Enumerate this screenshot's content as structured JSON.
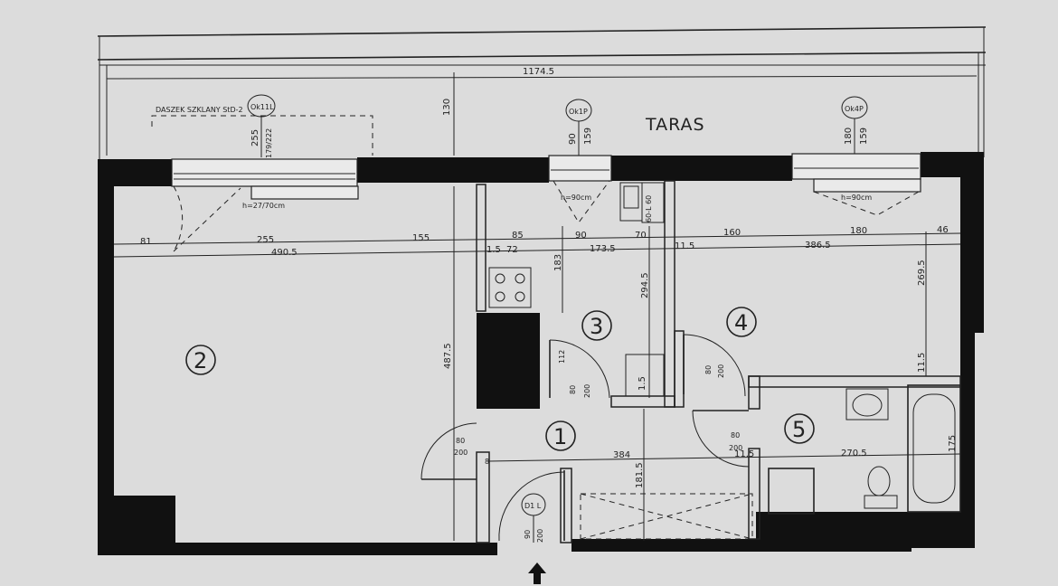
{
  "labels": {
    "terrace": "TARAS",
    "glass_roof": "DASZEK SZKLANY StD-2",
    "entry_door": "D1 L"
  },
  "windows": [
    {
      "code": "Ok11L",
      "width": "255",
      "height": "179/222",
      "sill": "h=27/70cm"
    },
    {
      "code": "Ok1P",
      "width": "90",
      "height": "159",
      "sill": "h=90cm"
    },
    {
      "code": "Ok4P",
      "width": "180",
      "height": "159",
      "sill": "h=90cm"
    }
  ],
  "rooms": [
    "1",
    "2",
    "3",
    "4",
    "5"
  ],
  "dimensions": {
    "overall_width": "1174.5",
    "terrace_depth": "130",
    "top_row": [
      "81",
      "255",
      "155",
      "85",
      "90",
      "70",
      "160",
      "180",
      "46"
    ],
    "second_row": [
      "490.5",
      "1.5",
      "72",
      "173.5",
      "11.5",
      "386.5"
    ],
    "kitchen_height": "183",
    "kitchen_depth": "294.5",
    "room2_height": "487.5",
    "room4_height": "269.5",
    "corridor_width": "384",
    "corridor_wall": "8",
    "bath_wall": "11.5",
    "bath_width": "270.5",
    "bath_tub": "175",
    "bath_wall_right": "11.5",
    "hall_height": "181.5",
    "wall_thin": "1.5",
    "partition_112": "112",
    "door_80_200": "80\n200",
    "entry_door_w": "90",
    "entry_door_h": "200",
    "utility": "60-L 60"
  }
}
